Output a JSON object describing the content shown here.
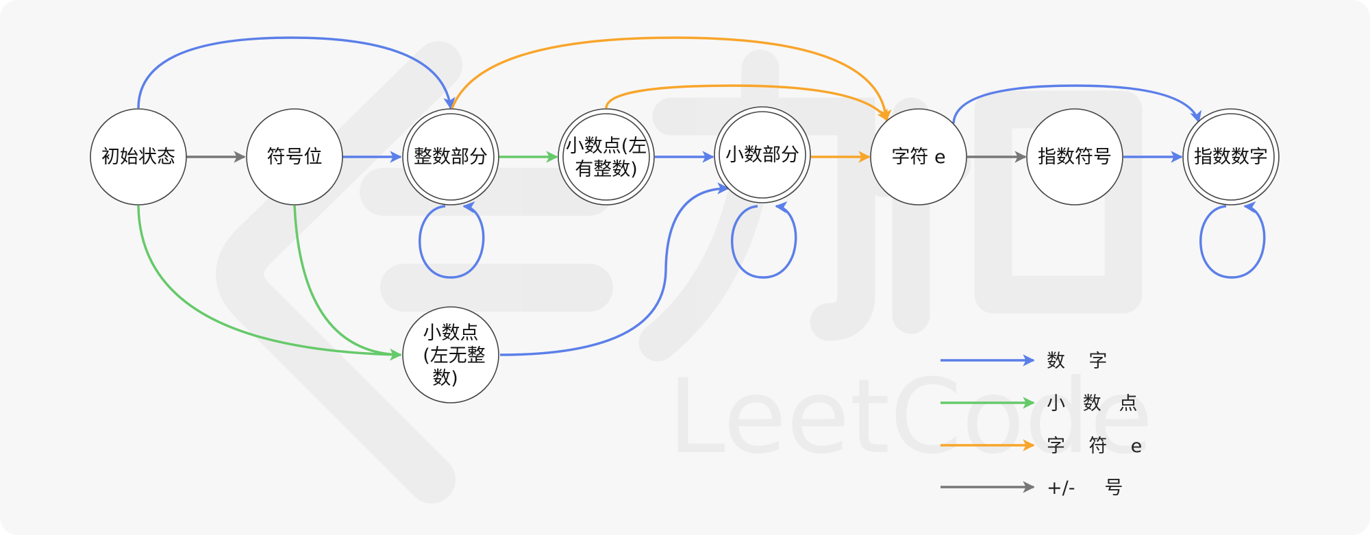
{
  "colors": {
    "digit": "#5b7fe9",
    "dot": "#66c96a",
    "e": "#f8a52a",
    "sign": "#777777"
  },
  "nodes": {
    "initial": {
      "lines": [
        "初始状态"
      ]
    },
    "sign": {
      "lines": [
        "符号位"
      ]
    },
    "integer": {
      "lines": [
        "整数部分"
      ]
    },
    "dot_left_int": {
      "lines": [
        "小数点(左",
        "有整数)"
      ]
    },
    "fraction": {
      "lines": [
        "小数部分"
      ]
    },
    "char_e": {
      "lines": [
        "字符 e"
      ]
    },
    "exp_sign": {
      "lines": [
        "指数符号"
      ]
    },
    "exp_digit": {
      "lines": [
        "指数数字"
      ]
    },
    "dot_no_int": {
      "lines": [
        "小数点",
        "(左无整",
        "数)"
      ]
    }
  },
  "legend": [
    {
      "label": "数    字",
      "color": "digit"
    },
    {
      "label": "小   数   点",
      "color": "dot"
    },
    {
      "label": "字    符    e",
      "color": "e"
    },
    {
      "label": "+/-     号",
      "color": "sign"
    }
  ],
  "watermark": {
    "brand_cn": "力扣",
    "brand_en": "LeetCode"
  }
}
